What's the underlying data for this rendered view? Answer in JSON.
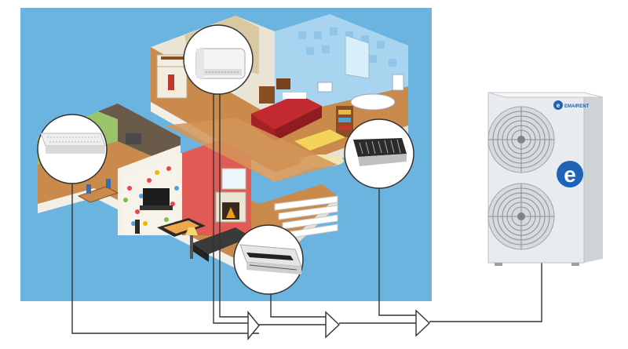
{
  "diagram": {
    "outdoor_unit": {
      "brand_label": "EMAIRENT",
      "logo_letter": "e"
    },
    "indoor_units": [
      {
        "id": "wall-mounted",
        "icon": "wall-mounted-ac-icon"
      },
      {
        "id": "ceiling-cassette-left",
        "icon": "ceiling-cassette-icon"
      },
      {
        "id": "ducted-unit",
        "icon": "ducted-unit-icon"
      },
      {
        "id": "ceiling-cassette-bottom",
        "icon": "ceiling-cassette-icon"
      }
    ],
    "colors": {
      "background_panel": "#6cb4e0",
      "floor_wood": "#c98a4b",
      "outdoor_unit_body": "#e9ecef",
      "pipe_line": "#333333"
    }
  }
}
